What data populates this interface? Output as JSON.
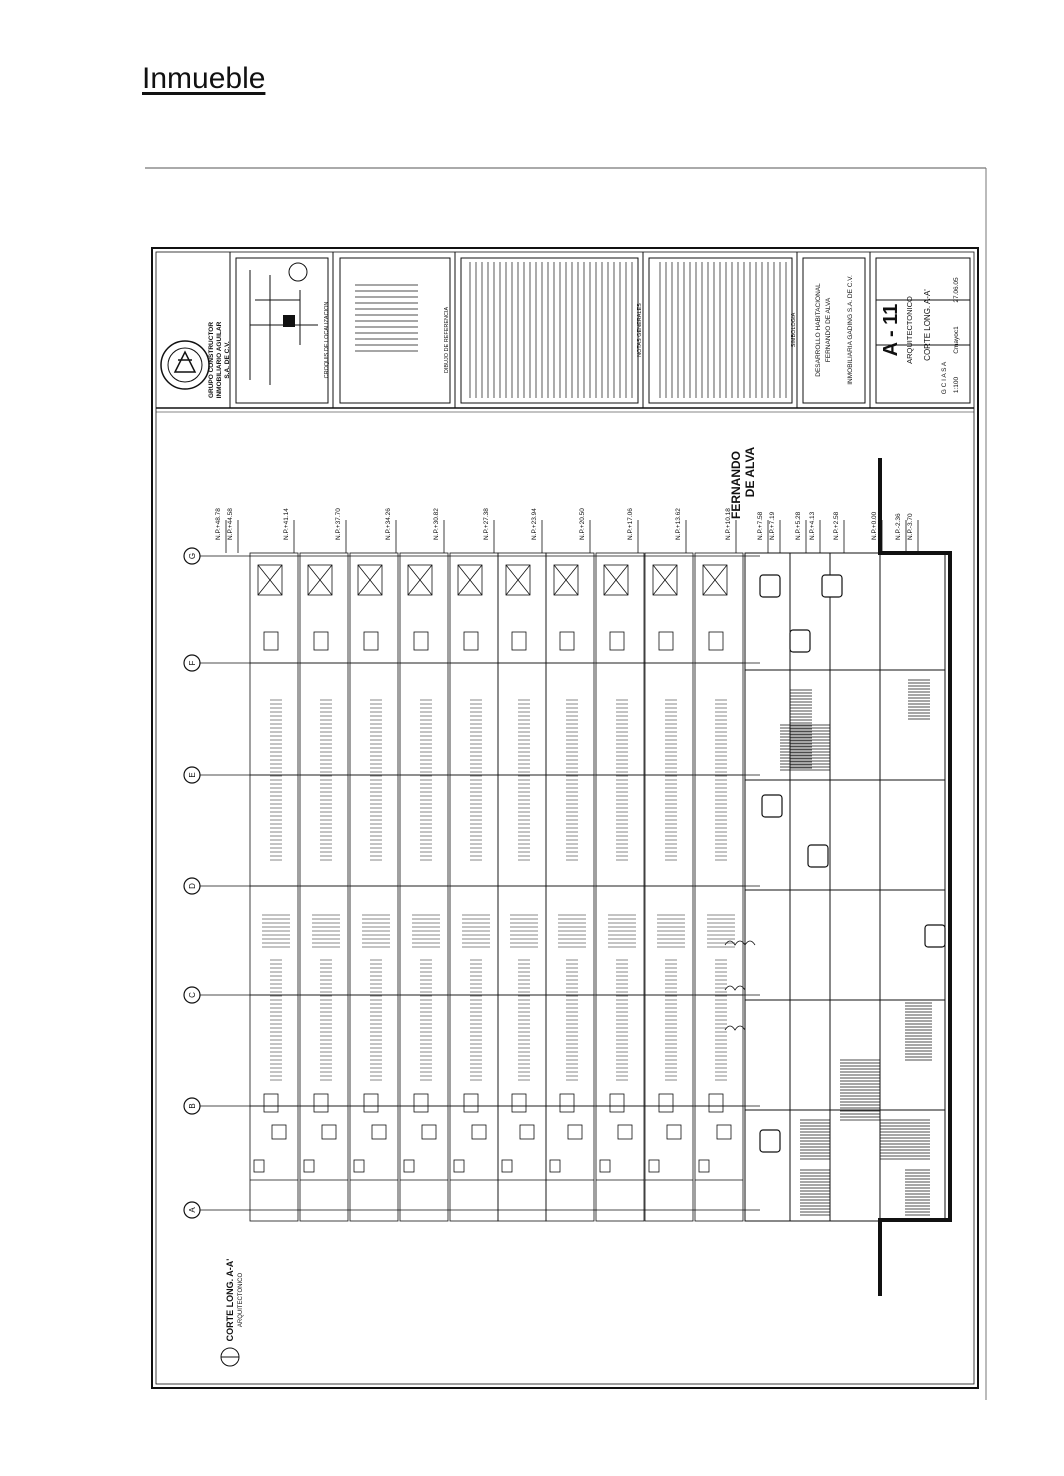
{
  "page": {
    "heading": "Inmueble"
  },
  "title_block": {
    "company": [
      "GRUPO CONSTRUCTOR",
      "INMOBILIARIO AGUILAR",
      "S.A. DE C.V."
    ],
    "location_caption": "CROQUIS DE LOCALIZACION",
    "reference_caption": "DIBUJO DE REFERENCIA",
    "notes_caption": "NOTAS GENERALES",
    "legend_caption": "SIMBOLOGIA",
    "project": [
      "DESARROLLO HABITACIONAL",
      "FERNANDO DE ALVA"
    ],
    "owner": "INMOBILIARIA GADING S.A. DE C.V.",
    "sheet_number": "A - 11",
    "sheet_type": "ARQUITECTONICO",
    "sheet_name": "CORTE LONG. A-A'",
    "company_short": "G C I A S A",
    "scale": "1:100",
    "drawn_by": "Cmayoc1",
    "date": "27.06.05"
  },
  "drawing": {
    "street_label": [
      "FERNANDO",
      "DE ALVA"
    ],
    "section_title": "CORTE LONG. A-A'",
    "section_subtitle": "ARQUITECTONICO",
    "axes": [
      "A",
      "B",
      "C",
      "D",
      "E",
      "F",
      "G"
    ],
    "levels": [
      "N.P.+48.78",
      "N.P.+44.58",
      "N.P.+41.14",
      "N.P.+37.70",
      "N.P.+34.26",
      "N.P.+30.82",
      "N.P.+27.38",
      "N.P.+23.94",
      "N.P.+20.50",
      "N.P.+17.06",
      "N.P.+13.62",
      "N.P.+10.18",
      "N.P.+7.58",
      "N.P.+7.19",
      "N.P.+5.28",
      "N.P.+4.13",
      "N.P.+2.58",
      "N.P.+0.00",
      "N.P.-2.36",
      "N.P.-3.70"
    ]
  }
}
